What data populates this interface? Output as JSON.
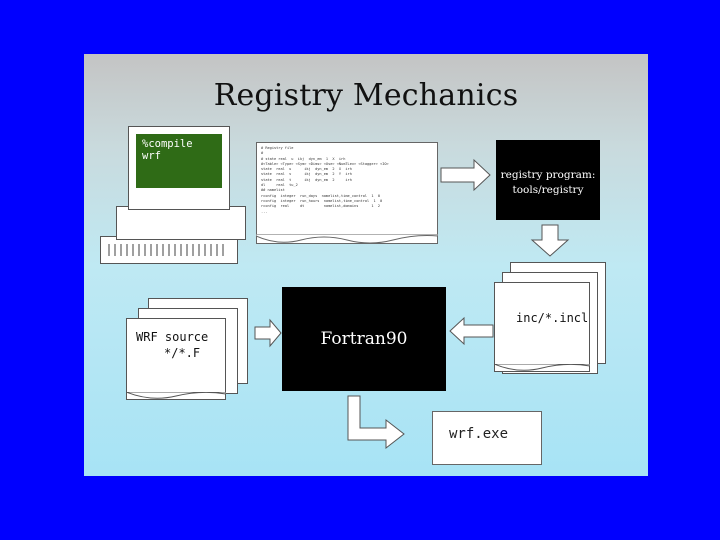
{
  "slide": {
    "title": "Registry Mechanics"
  },
  "computer": {
    "command": "%compile wrf"
  },
  "registry_file": {
    "lines": [
      "# Registry file",
      "#",
      "# state real  u  ikj  dyn_em  1  X  irh",
      "#<Table> <Type> <Sym> <Dims> <Use> <NumTLev> <Stagger> <IO>",
      "state  real  u      ikj  dyn_em  2  X  irh",
      "state  real  v      ikj  dyn_em  2  Y  irh",
      "state  real  t      ikj  dyn_em  2     irh",
      "dl     real  tu_2                          ",
      "",
      "## namelist",
      "rconfig  integer  run_days  namelist,time_control  1  0",
      "rconfig  integer  run_hours  namelist,time_control  1  0",
      "rconfig  real     dt         namelist,domains      1  2",
      "..."
    ]
  },
  "registry_program": {
    "line1": "registry program:",
    "line2": "tools/registry"
  },
  "inc_files": {
    "label": "inc/*.incl"
  },
  "fortran": {
    "label": "Fortran90"
  },
  "wrf_source": {
    "line1": "WRF source",
    "line2": "*/*.F"
  },
  "executable": {
    "label": "wrf.exe"
  },
  "colors": {
    "background": "#0000ff",
    "screen": "#2f6b16",
    "box": "#000000"
  }
}
